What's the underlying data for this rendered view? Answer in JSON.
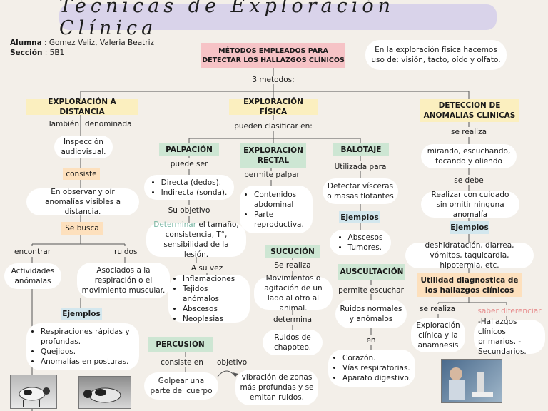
{
  "title": "Técnicas de Exploración Clínica",
  "student": {
    "alumna_label": "Alumna",
    "alumna_value": " : Gomez Veliz, Valeria Beatriz",
    "seccion_label": "Sección",
    "seccion_value": " : 5B1"
  },
  "root": {
    "label": "MÉTODOS EMPLEADOS PARA DETECTAR LOS HALLAZGOS CLÍNICOS",
    "note": "En la exploración física hacemos uso de: visión, tacto, oído y olfato.",
    "count": "3 metodos:"
  },
  "distancia": {
    "header": "EXPLORACIÓN A DISTANCIA",
    "also": "También",
    "called": "denominada",
    "name": "Inspección audiovisual.",
    "consiste": "consiste",
    "definition": "En observar y oír anomalías visibles a distancia.",
    "busca": "Se busca",
    "encontrar": "encontrar",
    "ruidos": "ruidos",
    "actividades": "Actividades anómalas",
    "asociados": "Asociados a la respiración o el movimiento muscular.",
    "ejemplos": "Ejemplos",
    "examples": [
      "Respiraciones rápidas y profundas.",
      "Quejidos.",
      "Anomalías en posturas."
    ]
  },
  "fisica": {
    "header": "EXPLORACIÓN FÍSICA",
    "classify": "pueden clasificar en:",
    "palpacion": {
      "header": "PALPACIÓN",
      "puede_ser": "puede ser",
      "types": [
        "Directa (dedos).",
        "Indirecta (sonda)."
      ],
      "objetivo": "Su objetivo",
      "determinar_hl": "Determinar",
      "determinar_rest": " el tamaño, consistencia, T°, sensibilidad de la lesión.",
      "vez": "A su vez",
      "items": [
        "Inflamaciones",
        "Tejidos anómalos",
        "Abscesos",
        "Neoplasias"
      ]
    },
    "rectal": {
      "header": "EXPLORACIÓN RECTAL",
      "permite": "permite palpar",
      "items": [
        "Contenidos abdominal",
        "Parte reproductiva."
      ]
    },
    "sucucion": {
      "header": "SUCUCIÓN",
      "realiza": "Se realiza",
      "movimientos": "Movimientos o agitación de un lado al otro al animal.",
      "determina": "determina",
      "ruidos": "Ruidos de chapoteo."
    },
    "balotaje": {
      "header": "BALOTAJE",
      "utilizada": "Utilizada para",
      "detectar": "Detectar vísceras o masas flotantes",
      "ejemplos": "Ejemplos",
      "items": [
        "Abscesos",
        "Tumores."
      ]
    },
    "auscultacion": {
      "header": "AUSCULTACIÓN",
      "permite": "permite escuchar",
      "ruidos": "Ruidos normales y anómalos",
      "en": "en",
      "items": [
        "Corazón.",
        "Vías respiratorias.",
        "Aparato digestivo."
      ]
    },
    "percusion": {
      "header": "PERCUSIÓN",
      "consiste": "consiste en",
      "objetivo": "objetivo",
      "golpear": "Golpear una parte del cuerpo",
      "vibracion": "vibración de zonas más profundas y se emitan ruidos."
    }
  },
  "anomalias": {
    "header": "DETECCIÓN DE ANOMALIAS CLINICAS",
    "realiza": "se realiza",
    "mirando": "mirando, escuchando, tocando y oliendo",
    "debe": "se debe",
    "cuidado": "Realizar con cuidado sin omitir ninguna anomalía",
    "ejemplos": "Ejemplos",
    "examples_text": "deshidratación, diarrea, vómitos, taquicardia, hipotermia, etc.",
    "utilidad": "Utilidad diagnostica de los hallazgos clínicos",
    "se_realiza": "se realiza",
    "saber": "saber diferenciar",
    "exploracion": "Exploración clínica y la anamnesis",
    "hallazgos": "-Hallazgos clínicos primarios. -Secundarios."
  },
  "colors": {
    "accent_red": "#e88e8e",
    "teal_text": "#7ab7a4"
  }
}
